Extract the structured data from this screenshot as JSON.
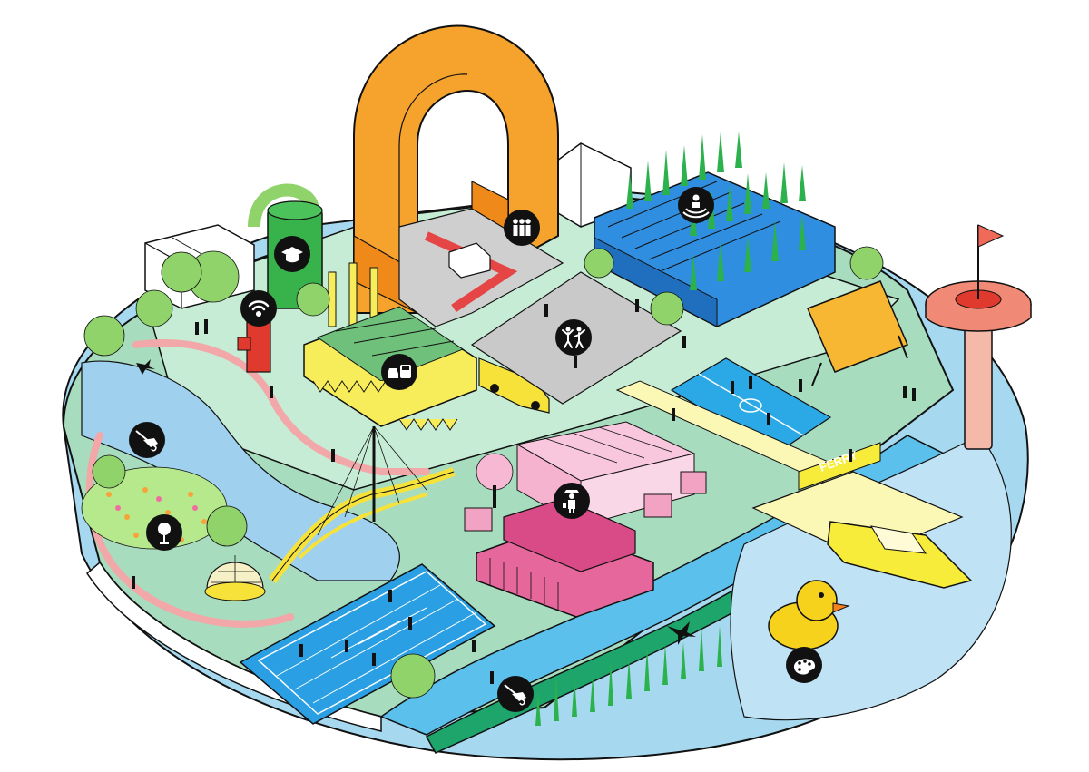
{
  "signage": {
    "ferry_label": "FERRY"
  },
  "colors": {
    "ground_green": "#a8dcbe",
    "light_green": "#c6ecd5",
    "water_blue": "#a6d8ef",
    "path_pink": "#f2a7a8",
    "arch_orange": "#f5a32c",
    "arch_orange_dark": "#ef8a1a",
    "factory_yellow": "#f7ec5a",
    "stand_blue": "#2f8ee0",
    "market_pink": "#e6679c",
    "court_blue": "#2aa9e6",
    "field_blue": "#2a9fe3",
    "plaza_grey": "#c9c9c9",
    "tower_salmon": "#f08a76",
    "tree_green": "#8fd36a",
    "dark": "#111111"
  },
  "pins": [
    {
      "name": "education-pin",
      "icon": "graduation-cap-icon"
    },
    {
      "name": "wifi-pin",
      "icon": "wifi-icon"
    },
    {
      "name": "community-pin",
      "icon": "group-of-people-icon"
    },
    {
      "name": "spectator-pin",
      "icon": "audience-icon"
    },
    {
      "name": "transport-pin",
      "icon": "car-and-bus-icon"
    },
    {
      "name": "dance-pin",
      "icon": "dancing-people-icon"
    },
    {
      "name": "fishing-pin-west",
      "icon": "fishing-icon"
    },
    {
      "name": "lookout-pin",
      "icon": "viewpoint-icon"
    },
    {
      "name": "market-pin",
      "icon": "vendor-icon"
    },
    {
      "name": "fishing-pin-south",
      "icon": "fishing-icon"
    },
    {
      "name": "art-pin",
      "icon": "palette-icon"
    }
  ]
}
